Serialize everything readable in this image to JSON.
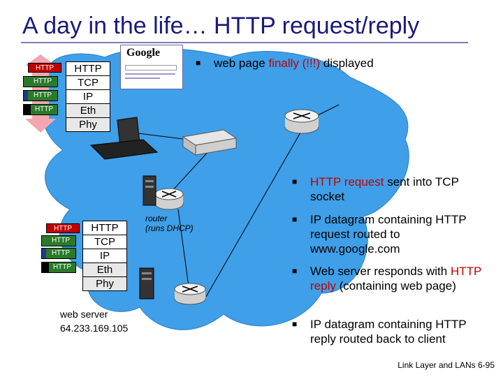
{
  "title": "A day in the life… HTTP request/reply",
  "client_stack": [
    "HTTP",
    "TCP",
    "IP",
    "Eth",
    "Phy"
  ],
  "server_stack": [
    "HTTP",
    "TCP",
    "IP",
    "Eth",
    "Phy"
  ],
  "packet_label": "HTTP",
  "google_logo": "Google",
  "bullets": {
    "b1": {
      "pre": "web page ",
      "red": "finally (!!!)",
      "post": " displayed"
    },
    "b2": {
      "pre": "",
      "red": "HTTP request",
      "post": " sent into TCP socket"
    },
    "b3": {
      "text": "IP datagram containing HTTP request routed to www.google.com"
    },
    "b4": {
      "pre": "Web server responds with ",
      "red": "HTTP reply",
      "post": " (containing web page)"
    },
    "b5": {
      "text": "IP datagram containing HTTP reply routed back to client"
    }
  },
  "router_label": "router\n(runs DHCP)",
  "server_caption": {
    "line1": "web server",
    "line2": "64.233.169.105"
  },
  "footer": "Link Layer and LANs 6-95",
  "colors": {
    "title": "#1a1a7a",
    "cloud": "#3f9fe8",
    "highlight": "#c00000"
  },
  "icons": [
    "google-page-thumbnail",
    "laptop-icon",
    "switch-icon",
    "router-icon",
    "server-icon"
  ]
}
